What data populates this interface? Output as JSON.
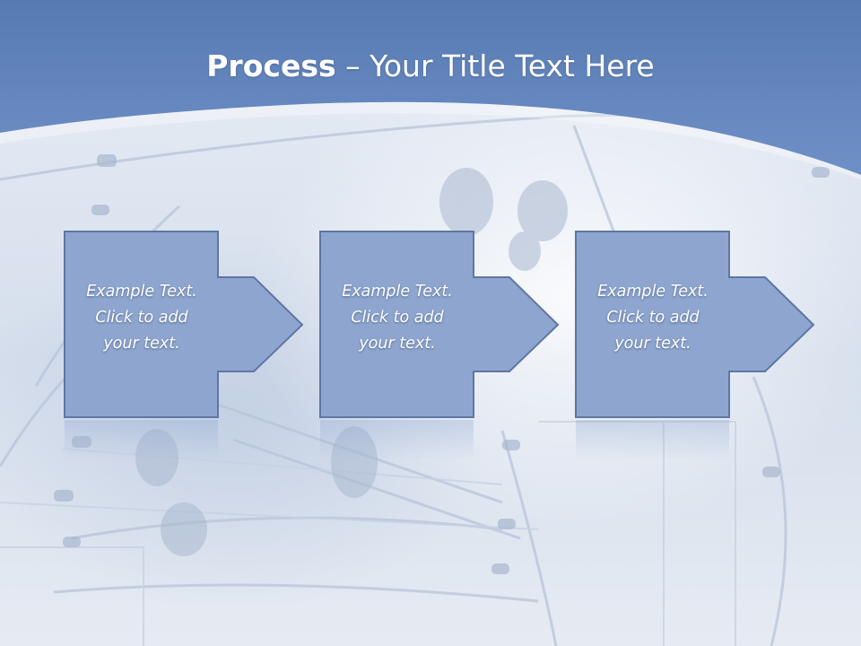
{
  "slide": {
    "title_bold": "Process",
    "title_rest": " – Your Title Text Here"
  },
  "colors": {
    "header_top": "#5b7bb0",
    "header_bottom": "#6e8fc6",
    "box_fill": "#8ea6cf",
    "box_stroke": "#5e76a3",
    "text": "#ffffff"
  },
  "steps": [
    {
      "line1": "Example Text.",
      "line2": "Click  to add",
      "line3": "your text."
    },
    {
      "line1": "Example Text.",
      "line2": "Click  to add",
      "line3": "your text."
    },
    {
      "line1": "Example Text.",
      "line2": "Click  to add",
      "line3": "your text."
    }
  ]
}
